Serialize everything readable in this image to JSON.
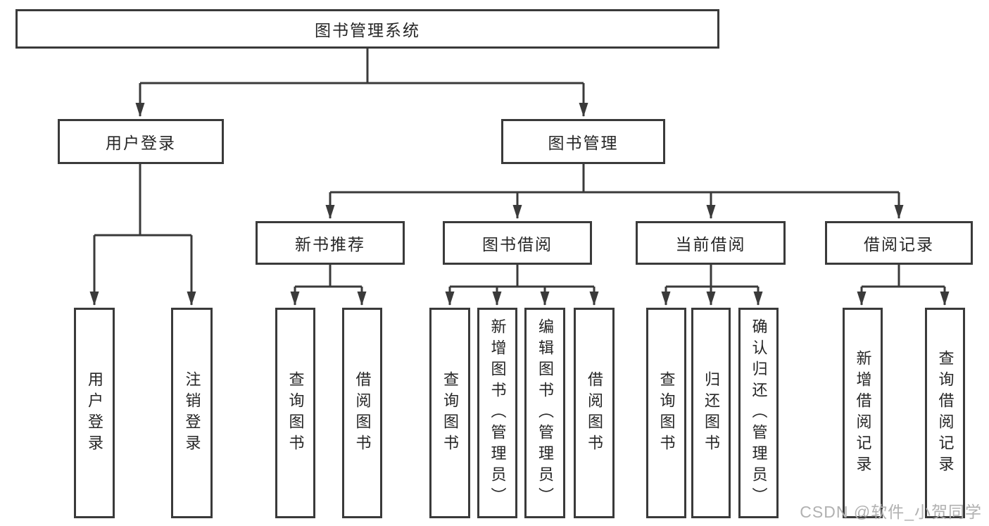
{
  "nodes": {
    "root": "图书管理系统",
    "user_login": "用户登录",
    "book_mgmt": "图书管理",
    "new_book_rec": "新书推荐",
    "book_borrow": "图书借阅",
    "current_borrow": "当前借阅",
    "borrow_records": "借阅记录",
    "leaf_user_login": "用户登录",
    "leaf_logout": "注销登录",
    "leaf_query_book_1": "查询图书",
    "leaf_borrow_book_1": "借阅图书",
    "leaf_query_book_2": "查询图书",
    "leaf_add_book": "新增图书（管理员）",
    "leaf_edit_book": "编辑图书（管理员）",
    "leaf_borrow_book_2": "借阅图书",
    "leaf_query_book_3": "查询图书",
    "leaf_return_book": "归还图书",
    "leaf_confirm_return": "确认归还（管理员）",
    "leaf_add_borrow_record": "新增借阅记录",
    "leaf_query_borrow_record": "查询借阅记录"
  },
  "hierarchy": {
    "图书管理系统": [
      "用户登录",
      "图书管理"
    ],
    "用户登录": [
      "用户登录",
      "注销登录"
    ],
    "图书管理": [
      "新书推荐",
      "图书借阅",
      "当前借阅",
      "借阅记录"
    ],
    "新书推荐": [
      "查询图书",
      "借阅图书"
    ],
    "图书借阅": [
      "查询图书",
      "新增图书（管理员）",
      "编辑图书（管理员）",
      "借阅图书"
    ],
    "当前借阅": [
      "查询图书",
      "归还图书",
      "确认归还（管理员）"
    ],
    "借阅记录": [
      "新增借阅记录",
      "查询借阅记录"
    ]
  },
  "watermark": "CSDN @软件_小贺同学",
  "colors": {
    "line": "#3a3a3a",
    "text": "#262626",
    "background": "#ffffff",
    "watermark": "#b1b1b1"
  }
}
